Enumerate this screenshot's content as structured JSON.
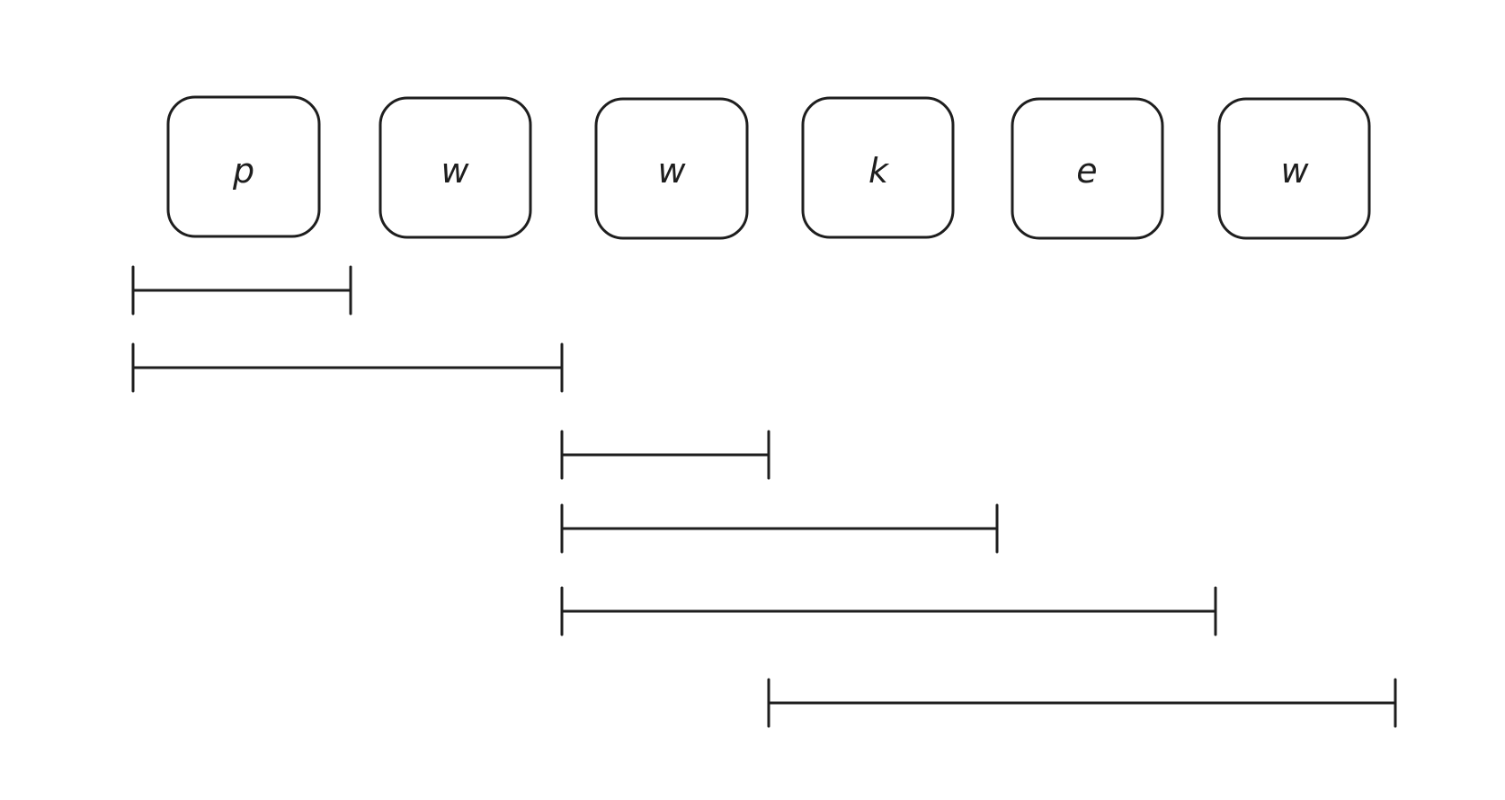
{
  "characters": [
    "p",
    "w",
    "w",
    "k",
    "e",
    "w"
  ],
  "windows": [
    {
      "start": 0,
      "end": 1
    },
    {
      "start": 0,
      "end": 2
    },
    {
      "start": 2,
      "end": 3
    },
    {
      "start": 2,
      "end": 4
    },
    {
      "start": 2,
      "end": 5
    },
    {
      "start": 3,
      "end": 6
    }
  ]
}
